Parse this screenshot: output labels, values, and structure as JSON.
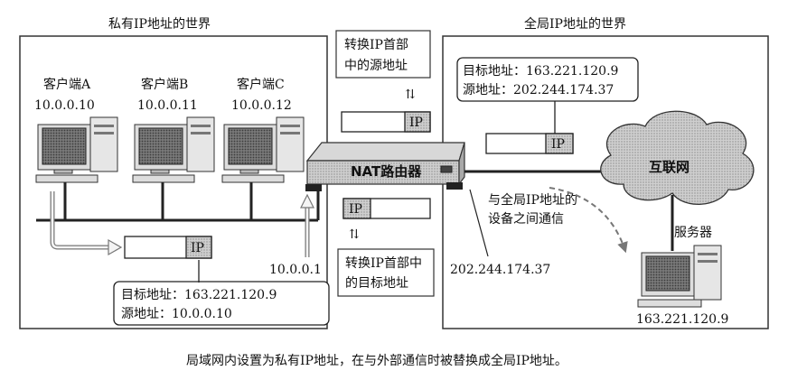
{
  "regions": {
    "private_title": "私有IP地址的世界",
    "global_title": "全局IP地址的世界"
  },
  "clients": [
    {
      "name": "客户端A",
      "ip": "10.0.0.10"
    },
    {
      "name": "客户端B",
      "ip": "10.0.0.11"
    },
    {
      "name": "客户端C",
      "ip": "10.0.0.12"
    }
  ],
  "router": {
    "label": "NAT路由器",
    "lan_ip": "10.0.0.1",
    "wan_ip": "202.244.174.37"
  },
  "packet_label": "IP",
  "private_packet": {
    "dst": "目标地址：163.221.120.9",
    "src": "源地址：10.0.0.10"
  },
  "global_packet": {
    "dst": "目标地址：163.221.120.9",
    "src": "源地址：202.244.174.37"
  },
  "note_src": {
    "line1": "转换IP首部",
    "line2": "中的源地址"
  },
  "note_dst": {
    "line1": "转换IP首部中",
    "line2": "的目标地址"
  },
  "internet_label": "互联网",
  "server": {
    "label": "服务器",
    "ip": "163.221.120.9"
  },
  "comm_note": {
    "line1": "与全局IP地址的",
    "line2": "设备之间通信"
  },
  "caption": "局域网内设置为私有IP地址，在与外部通信时被替换成全局IP地址。"
}
